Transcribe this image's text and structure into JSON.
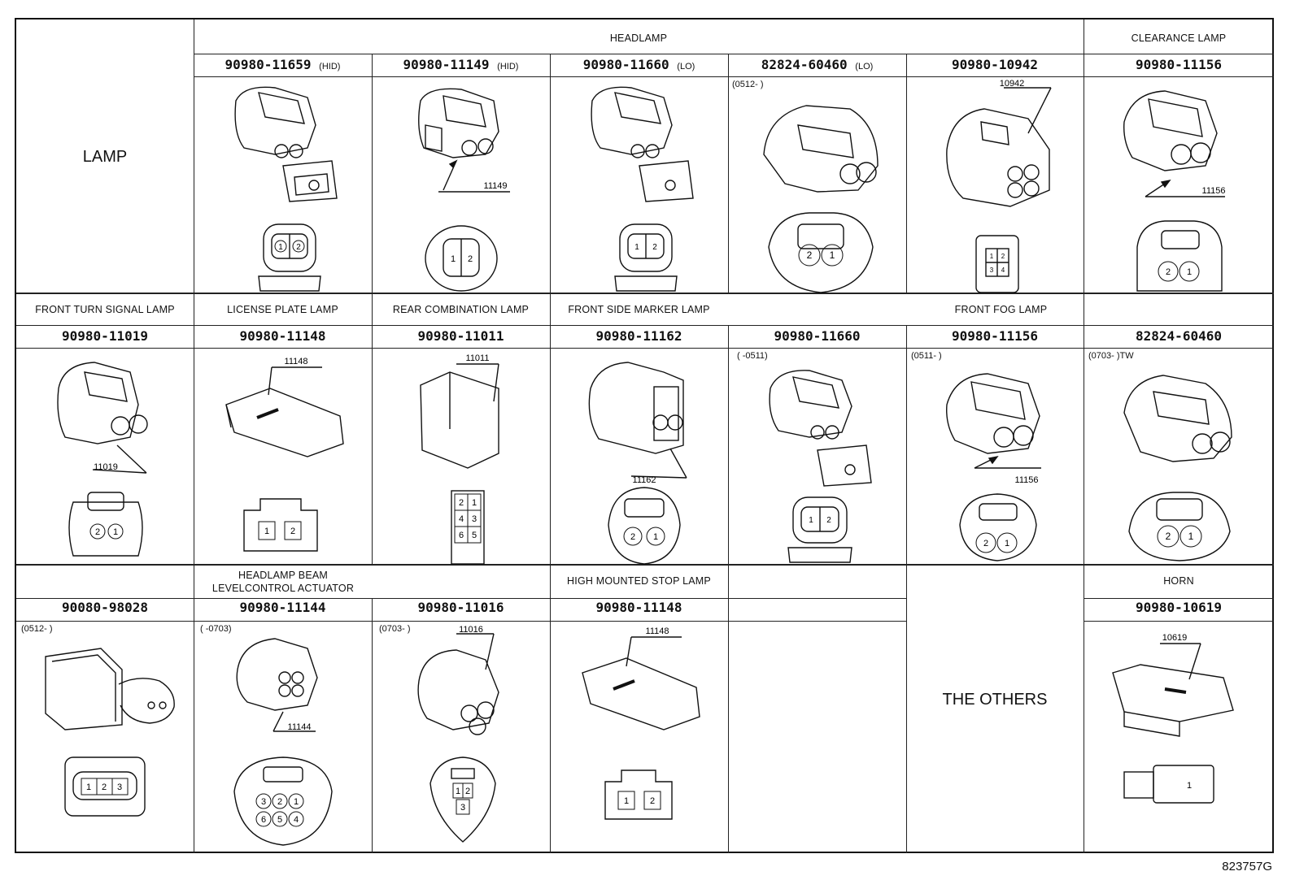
{
  "title_cell": "LAMP",
  "row1": {
    "groups": [
      {
        "label": "HEADLAMP"
      },
      {
        "label": "CLEARANCE LAMP"
      }
    ],
    "cells": [
      {
        "part": "90980-11659",
        "suffix": "(HID)",
        "callout": "",
        "note": ""
      },
      {
        "part": "90980-11149",
        "suffix": "(HID)",
        "callout": "11149",
        "note": ""
      },
      {
        "part": "90980-11660",
        "suffix": "(LO)",
        "callout": "",
        "note": ""
      },
      {
        "part": "82824-60460",
        "suffix": "(LO)",
        "callout": "",
        "note": "(0512-      )"
      },
      {
        "part": "90980-10942",
        "suffix": "",
        "callout": "10942",
        "note": ""
      },
      {
        "part": "90980-11156",
        "suffix": "",
        "callout": "11156",
        "note": ""
      }
    ]
  },
  "row2": {
    "groups": [
      {
        "label": "FRONT TURN SIGNAL LAMP"
      },
      {
        "label": "LICENSE PLATE LAMP"
      },
      {
        "label": "REAR COMBINATION LAMP"
      },
      {
        "label": "FRONT SIDE MARKER LAMP"
      },
      {
        "label": "FRONT FOG LAMP"
      }
    ],
    "cells": [
      {
        "part": "90980-11019",
        "callout": "11019",
        "note": ""
      },
      {
        "part": "90980-11148",
        "callout": "11148",
        "note": ""
      },
      {
        "part": "90980-11011",
        "callout": "11011",
        "note": ""
      },
      {
        "part": "90980-11162",
        "callout": "11162",
        "note": ""
      },
      {
        "part": "90980-11660",
        "callout": "",
        "note": "(      -0511)"
      },
      {
        "part": "90980-11156",
        "callout": "11156",
        "note": "(0511-      )"
      },
      {
        "part": "82824-60460",
        "callout": "",
        "note": "(0703-      )TW"
      }
    ]
  },
  "row3": {
    "groups": [
      {
        "label_line1": "HEADLAMP BEAM",
        "label_line2": "LEVELCONTROL ACTUATOR"
      },
      {
        "label": "HIGH MOUNTED STOP LAMP"
      },
      {
        "label": "HORN"
      }
    ],
    "cells": [
      {
        "part": "90080-98028",
        "callout": "",
        "note": "(0512-      )"
      },
      {
        "part": "90980-11144",
        "callout": "11144",
        "note": "(      -0703)"
      },
      {
        "part": "90980-11016",
        "callout": "11016",
        "note": "(0703-      )"
      },
      {
        "part": "90980-11148",
        "callout": "11148",
        "note": ""
      },
      {
        "part": "90980-10619",
        "callout": "10619",
        "note": ""
      }
    ],
    "others": "THE OTHERS"
  },
  "pin_labels": {
    "two": [
      "1",
      "2"
    ],
    "two_rev": [
      "2",
      "1"
    ],
    "four": [
      "1",
      "2",
      "3",
      "4"
    ],
    "six": [
      "2",
      "1",
      "4",
      "3",
      "6",
      "5"
    ],
    "three": [
      "1",
      "2",
      "3"
    ],
    "six_round": [
      "3",
      "2",
      "1",
      "6",
      "5",
      "4"
    ],
    "one": [
      "1"
    ]
  },
  "reference": "823757G"
}
